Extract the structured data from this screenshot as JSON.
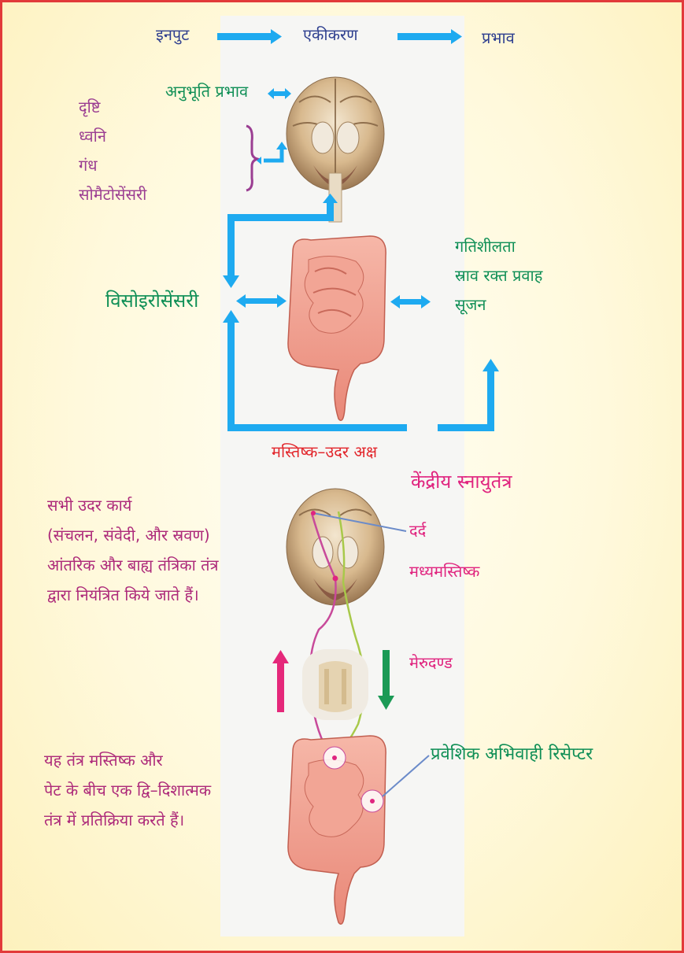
{
  "flow": {
    "input": "इनपुट",
    "integration": "एकीकरण",
    "effect": "प्रभाव"
  },
  "brain_top": {
    "perception_effect": "अनुभूति प्रभाव",
    "senses": [
      "दृष्टि",
      "ध्वनि",
      "गंध",
      "सोमैटोसेंसरी"
    ]
  },
  "gut_top": {
    "visceral": "विसोइरोसेंसरी",
    "effects": [
      "गतिशीलता",
      "स्राव रक्त प्रवाह",
      "सूजन"
    ],
    "axis_label": "मस्तिष्क–उदर अक्ष"
  },
  "nervous_system": {
    "title": "केंद्रीय स्नायुतंत्र",
    "pain": "दर्द",
    "midbrain": "मध्यमस्तिष्क",
    "spinal_cord": "मेरुदण्ड",
    "receptor": "प्रवेशिक अभिवाही रिसेप्टर",
    "left_text_1": [
      "सभी उदर कार्य",
      "(संचलन, संवेदी, और स्रवण)",
      "आंतरिक और बाह्य तंत्रिका तंत्र",
      "द्वारा नियंत्रित किये जाते हैं।"
    ],
    "left_text_2": [
      "यह तंत्र मस्तिष्क और",
      "पेट के बीच एक द्वि–दिशात्मक",
      "तंत्र में प्रतिक्रिया करते हैं।"
    ]
  },
  "colors": {
    "border": "#e23a3a",
    "arrow_blue": "#1eaaf0",
    "up_arrow": "#e5287a",
    "down_arrow": "#1b9a55"
  },
  "icons": [
    "brain-illustration",
    "intestine-illustration",
    "spinal-cord-section",
    "brain-section",
    "gut-section"
  ]
}
